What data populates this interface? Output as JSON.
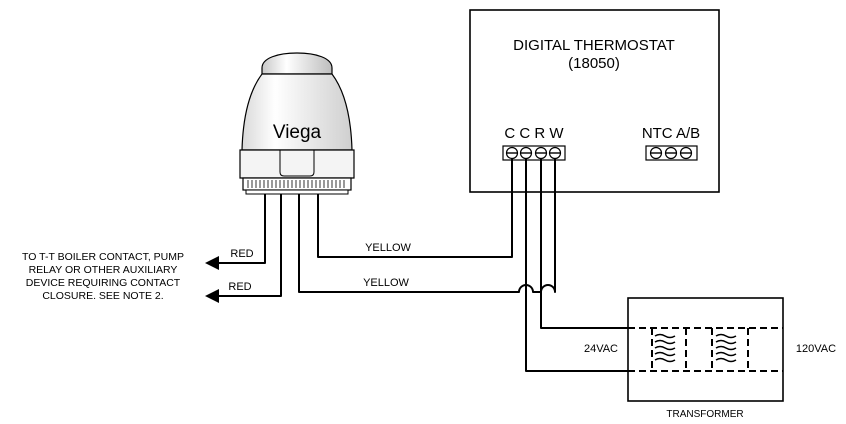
{
  "thermostat": {
    "title_line1": "DIGITAL THERMOSTAT",
    "title_line2": "(18050)",
    "terminals_left": "C C R W",
    "terminals_right": "NTC  A/B"
  },
  "actuator": {
    "brand": "Viega"
  },
  "wires": {
    "yellow_upper": "YELLOW",
    "yellow_lower": "YELLOW",
    "red_upper": "RED",
    "red_lower": "RED"
  },
  "note": {
    "line1": "TO T-T BOILER CONTACT, PUMP",
    "line2": "RELAY OR OTHER AUXILIARY",
    "line3": "DEVICE REQUIRING CONTACT",
    "line4": "CLOSURE.  SEE NOTE 2."
  },
  "transformer": {
    "label": "TRANSFORMER",
    "low_voltage": "24VAC",
    "high_voltage": "120VAC"
  }
}
